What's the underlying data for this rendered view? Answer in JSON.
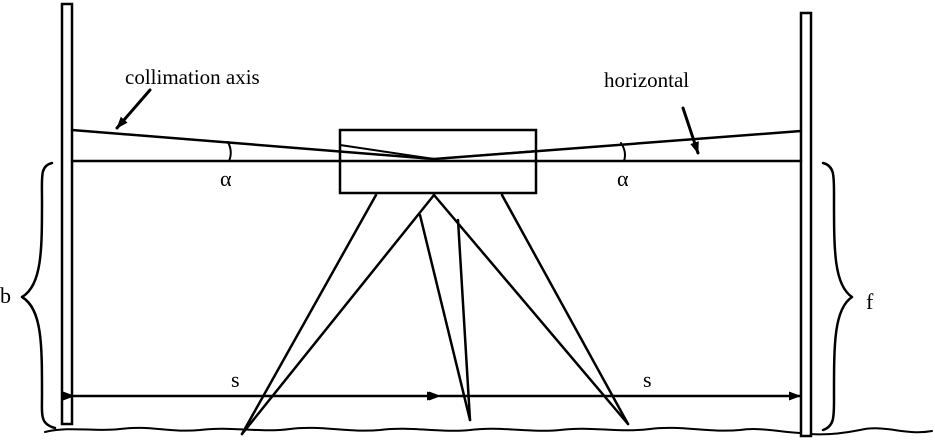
{
  "labels": {
    "collimation_axis": "collimation axis",
    "horizontal": "horizontal",
    "alpha_left": "α",
    "alpha_right": "α",
    "b": "b",
    "f": "f",
    "s_left": "s",
    "s_right": "s"
  }
}
